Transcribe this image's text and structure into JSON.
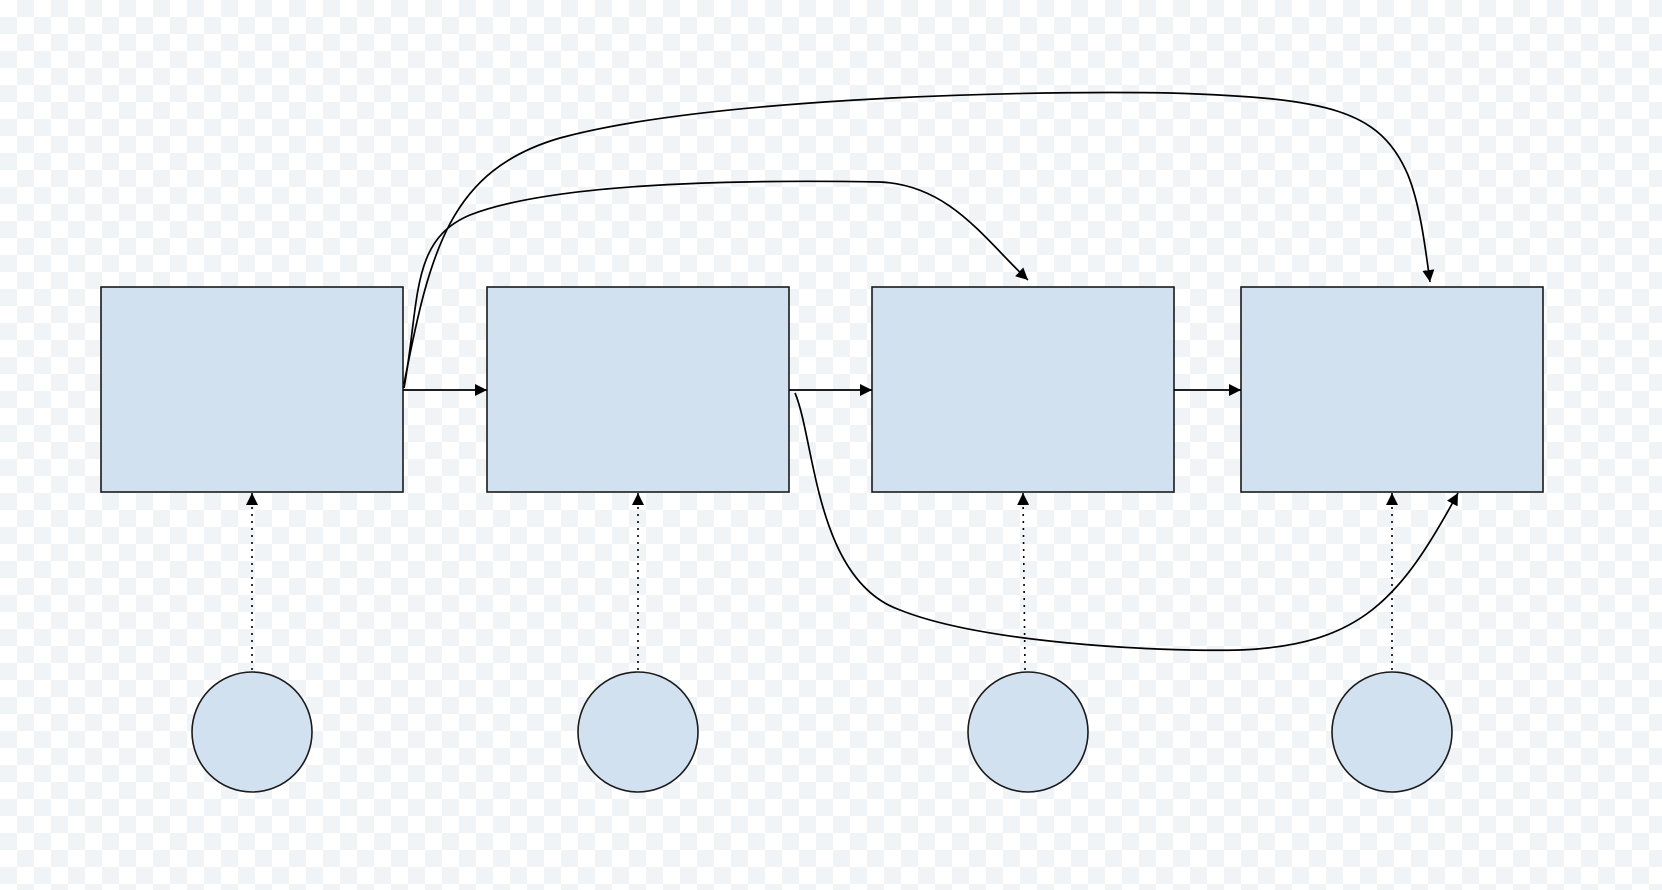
{
  "colors": {
    "node_fill": "#d2e1f0",
    "node_stroke": "#1a1a1a",
    "edge": "#000000"
  },
  "diagram": {
    "nodes": [
      {
        "id": "box-1",
        "shape": "rectangle"
      },
      {
        "id": "box-2",
        "shape": "rectangle"
      },
      {
        "id": "box-3",
        "shape": "rectangle"
      },
      {
        "id": "box-4",
        "shape": "rectangle"
      },
      {
        "id": "circle-1",
        "shape": "circle"
      },
      {
        "id": "circle-2",
        "shape": "circle"
      },
      {
        "id": "circle-3",
        "shape": "circle"
      },
      {
        "id": "circle-4",
        "shape": "circle"
      }
    ],
    "edges": [
      {
        "from": "box-1",
        "to": "box-2",
        "style": "solid",
        "route": "straight"
      },
      {
        "from": "box-2",
        "to": "box-3",
        "style": "solid",
        "route": "straight"
      },
      {
        "from": "box-3",
        "to": "box-4",
        "style": "solid",
        "route": "straight"
      },
      {
        "from": "box-1",
        "to": "box-3",
        "style": "solid",
        "route": "curved-above"
      },
      {
        "from": "box-1",
        "to": "box-4",
        "style": "solid",
        "route": "curved-above"
      },
      {
        "from": "box-2",
        "to": "box-4",
        "style": "solid",
        "route": "curved-below"
      },
      {
        "from": "circle-1",
        "to": "box-1",
        "style": "dotted",
        "route": "straight"
      },
      {
        "from": "circle-2",
        "to": "box-2",
        "style": "dotted",
        "route": "straight"
      },
      {
        "from": "circle-3",
        "to": "box-3",
        "style": "dotted",
        "route": "straight"
      },
      {
        "from": "circle-4",
        "to": "box-4",
        "style": "dotted",
        "route": "straight"
      }
    ]
  }
}
